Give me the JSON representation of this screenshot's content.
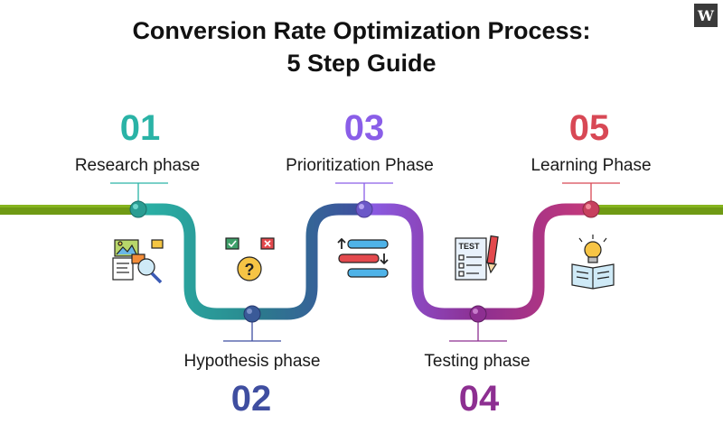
{
  "title_line1": "Conversion Rate Optimization Process:",
  "title_line2": "5 Step Guide",
  "logo_text": "W",
  "steps": [
    {
      "number": "01",
      "label": "Research phase",
      "color": "#2ab3a6",
      "icon": "research-magnifier-icon"
    },
    {
      "number": "02",
      "label": "Hypothesis phase",
      "color": "#3f4ea0",
      "icon": "question-checkbox-icon"
    },
    {
      "number": "03",
      "label": "Prioritization Phase",
      "color": "#8a5ee8",
      "icon": "priority-sort-icon"
    },
    {
      "number": "04",
      "label": "Testing phase",
      "color": "#8d2f91",
      "icon": "test-checklist-icon"
    },
    {
      "number": "05",
      "label": "Learning Phase",
      "color": "#d84855",
      "icon": "lightbulb-book-icon"
    }
  ],
  "icon_texts": {
    "test": "TEST"
  },
  "colors": {
    "line_green": "#6f9a14",
    "line_green_dark": "#5d8410"
  }
}
